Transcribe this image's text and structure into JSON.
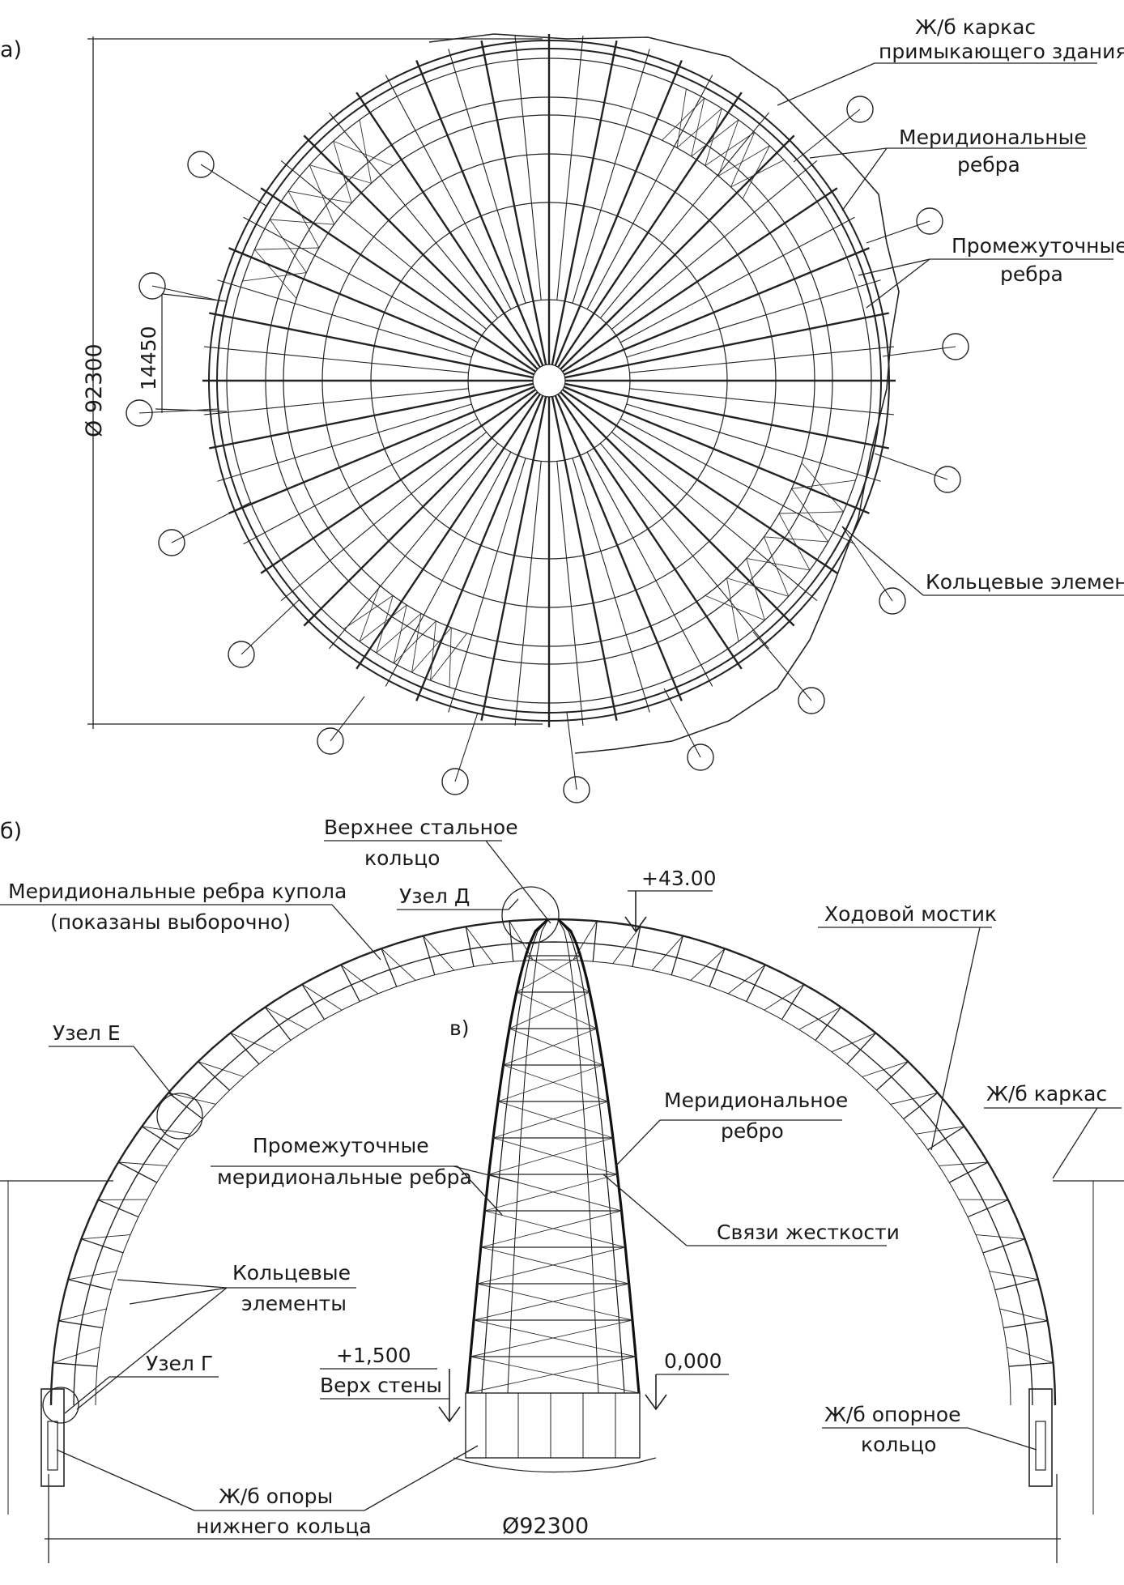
{
  "plan": {
    "part_marker": "а)",
    "dimension_diameter": "Ø 92300",
    "dimension_spacing": "14450",
    "labels": {
      "adjacent_frame_line1": "Ж/б каркас",
      "adjacent_frame_line2": "примыкающего здания",
      "meridional_line1": "Меридиональные",
      "meridional_line2": "ребра",
      "intermediate_line1": "Промежуточные",
      "intermediate_line2": "ребра",
      "ring_elements": "Кольцевые элементы"
    }
  },
  "section": {
    "part_marker": "б)",
    "inset_marker": "в)",
    "dimension_diameter": "Ø92300",
    "elevation_top": "+43.00",
    "elevation_wall_value": "+1,500",
    "elevation_wall_label": "Верх стены",
    "elevation_zero": "0,000",
    "labels": {
      "top_ring_line1": "Верхнее стальное",
      "top_ring_line2": "кольцо",
      "dome_ribs_line1": "Меридиональные ребра купола",
      "dome_ribs_line2": "(показаны выборочно)",
      "node_d": "Узел Д",
      "node_e": "Узел Е",
      "node_g": "Узел Г",
      "walkway": "Ходовой мостик",
      "rc_frame": "Ж/б каркас",
      "meridional_rib_line1": "Меридиональное",
      "meridional_rib_line2": "ребро",
      "intermediate_ribs_line1": "Промежуточные",
      "intermediate_ribs_line2": "меридиональные ребра",
      "stiffening_ties": "Связи жесткости",
      "ring_elements_line1": "Кольцевые",
      "ring_elements_line2": "элементы",
      "rc_support_ring_line1": "Ж/б опорное",
      "rc_support_ring_line2": "кольцо",
      "rc_supports_line1": "Ж/б опоры",
      "rc_supports_line2": "нижнего кольца"
    }
  }
}
